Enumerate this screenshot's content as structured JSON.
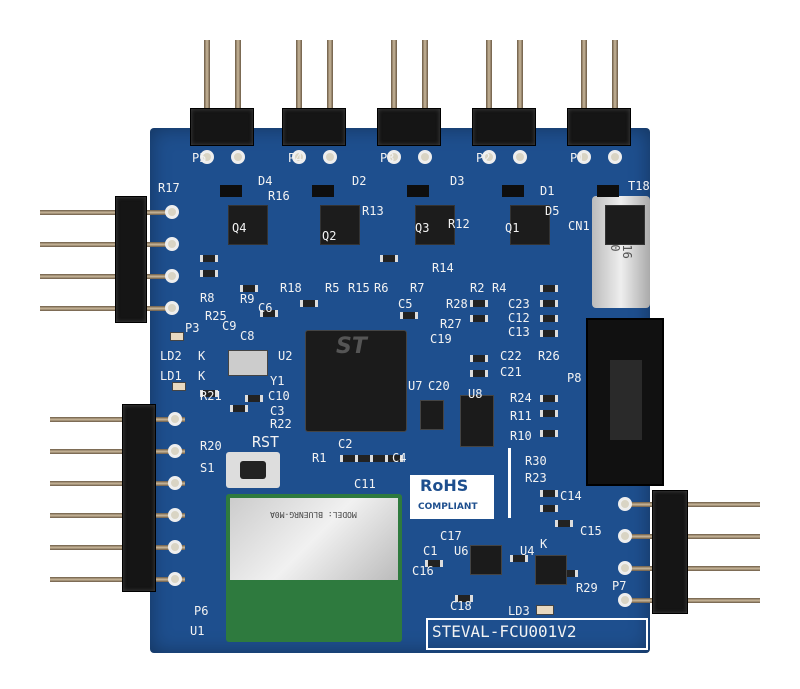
{
  "board": {
    "name": "STEVAL-FCU001V2",
    "rohs_title": "RoHS",
    "rohs_sub": "COMPLIANT",
    "reset_label": "RST",
    "module_text": "MODEL: BLUENRG-M0A",
    "usb_marking": "516\n20",
    "logo": "ST",
    "colors": {
      "pcb": "#1e4f8e",
      "silkscreen": "#f2f2f2",
      "headers": "#151515"
    },
    "labels": [
      "P5",
      "P4",
      "P3",
      "P2",
      "P1",
      "R17",
      "D4",
      "D2",
      "D3",
      "D1",
      "T18",
      "Q4",
      "Q2",
      "Q3",
      "Q1",
      "R16",
      "R13",
      "R12",
      "D5",
      "CN1",
      "R8",
      "R9",
      "R18",
      "R5",
      "R15",
      "R6",
      "R7",
      "R14",
      "R2",
      "R4",
      "R25",
      "P3",
      "C6",
      "C9",
      "C8",
      "C5",
      "R28",
      "R27",
      "C23",
      "C12",
      "C13",
      "LD2",
      "LD1",
      "U2",
      "Y1",
      "C19",
      "C22",
      "C21",
      "R26",
      "P8",
      "C10",
      "C3",
      "R21",
      "R22",
      "U7",
      "C20",
      "U8",
      "R24",
      "R11",
      "R10",
      "R20",
      "S1",
      "R1",
      "C2",
      "C4",
      "C11",
      "R23",
      "R30",
      "C14",
      "C15",
      "C17",
      "U6",
      "U4",
      "C16",
      "C1",
      "C18",
      "LD3",
      "R29",
      "P6",
      "P7",
      "U1",
      "K",
      "K",
      "K"
    ]
  }
}
